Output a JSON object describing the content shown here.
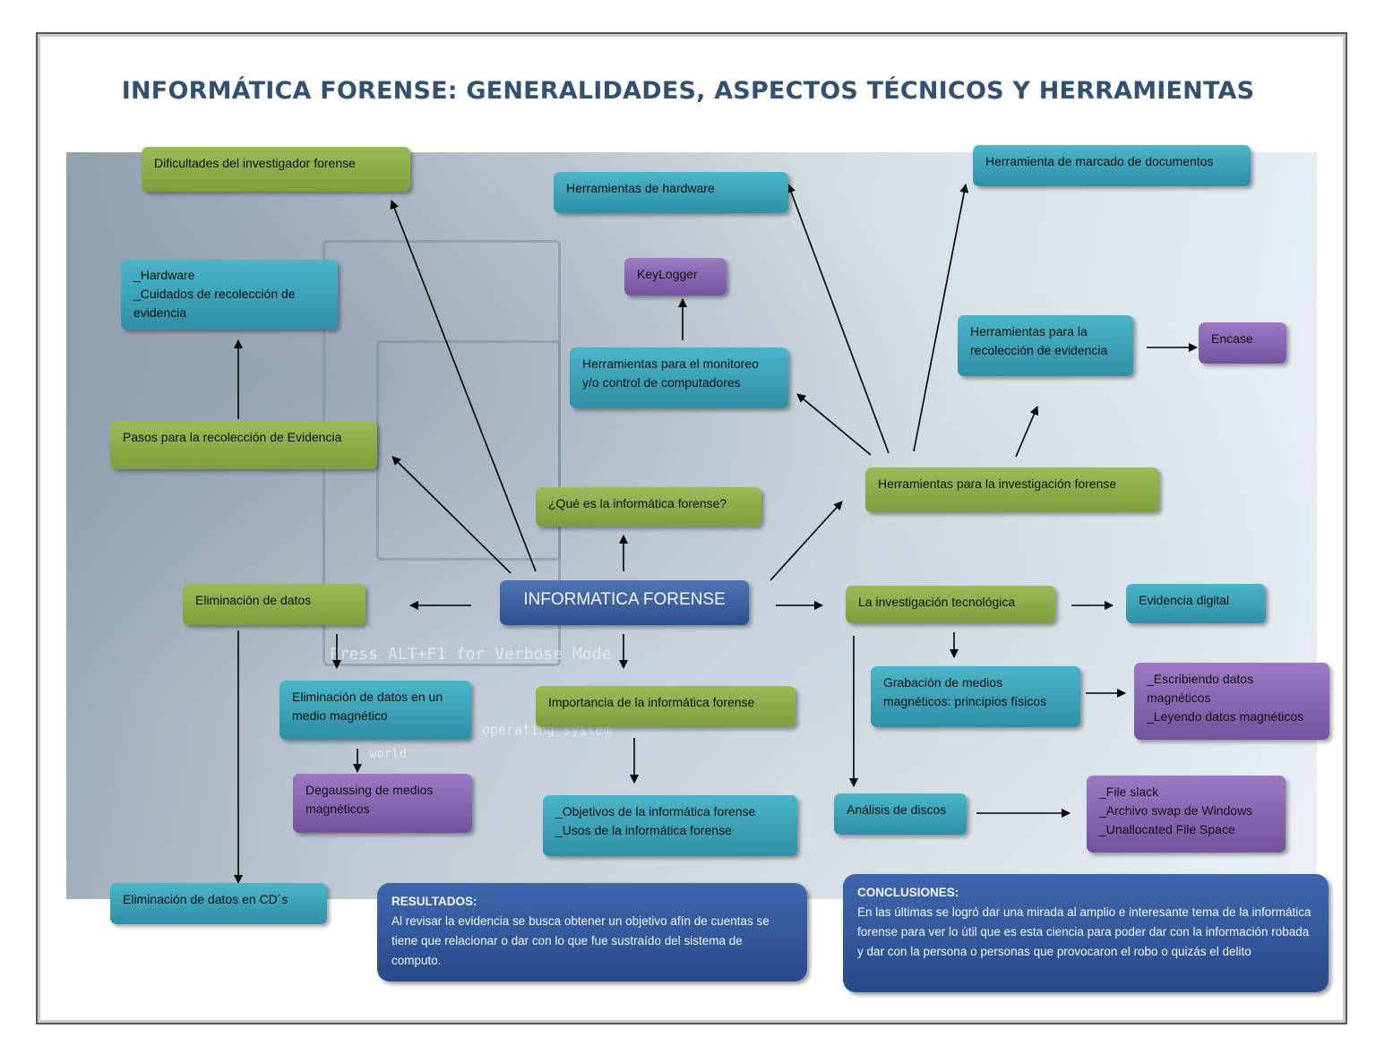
{
  "title": "INFORMÁTICA FORENSE: GENERALIDADES, ASPECTOS TÉCNICOS Y HERRAMIENTAS",
  "background_text": [
    "Press ALT+F1 for Verbose Mode",
    "operating system",
    "world"
  ],
  "colors": {
    "green": "#8fad4b",
    "teal": "#3aa3b8",
    "purple": "#845fb0",
    "blue": "#3a5fa0",
    "title": "#33506e"
  },
  "nodes": {
    "center": "INFORMATICA FORENSE",
    "dificultades": "Dificultades del investigador forense",
    "hardware_cuidados": "_Hardware\n_Cuidados de recolección de evidencia",
    "pasos": "Pasos para la recolección de Evidencia",
    "eliminacion": "Eliminación de datos",
    "elim_magnetico": "Eliminación de datos en un medio magnético",
    "degaussing": "Degaussing de medios magnéticos",
    "elim_cds": "Eliminación de datos en CD´s",
    "que_es": "¿Qué es la informática forense?",
    "importancia": "Importancia de la informática  forense",
    "objetivos_usos": "_Objetivos de la informática forense\n_Usos de la informática forense",
    "herr_hardware": "Herramientas de hardware",
    "keylogger": "KeyLogger",
    "herr_monitoreo": "Herramientas para el monitoreo y/o control de computadores",
    "herr_marcado": "Herramienta de marcado de documentos",
    "herr_recoleccion": "Herramientas para la recolección de evidencia",
    "encase": "Encase",
    "herr_investigacion": "Herramientas para la investigación forense",
    "inv_tecnologica": "La investigación tecnológica",
    "evidencia_digital": "Evidencia digital",
    "grabacion": "Grabación  de medios magnéticos: principios físicos",
    "escribiendo": "_Escribiendo datos magnéticos\n_Leyendo datos magnéticos",
    "analisis": "Análisis de discos",
    "file_slack": "_File slack\n_Archivo swap de Windows\n_Unallocated File Space"
  },
  "resultados": {
    "heading": "RESULTADOS:",
    "body": "Al revisar la evidencia se busca obtener un objetivo afín de cuentas se tiene que relacionar o dar con lo que fue sustraído del sistema de computo."
  },
  "conclusiones": {
    "heading": "CONCLUSIONES:",
    "body": "En las últimas se logró dar una mirada al amplio e interesante tema de la informática forense para ver lo útil que es esta ciencia para poder dar con la información robada y dar con la persona o personas que provocaron el robo o quizás el delito"
  }
}
